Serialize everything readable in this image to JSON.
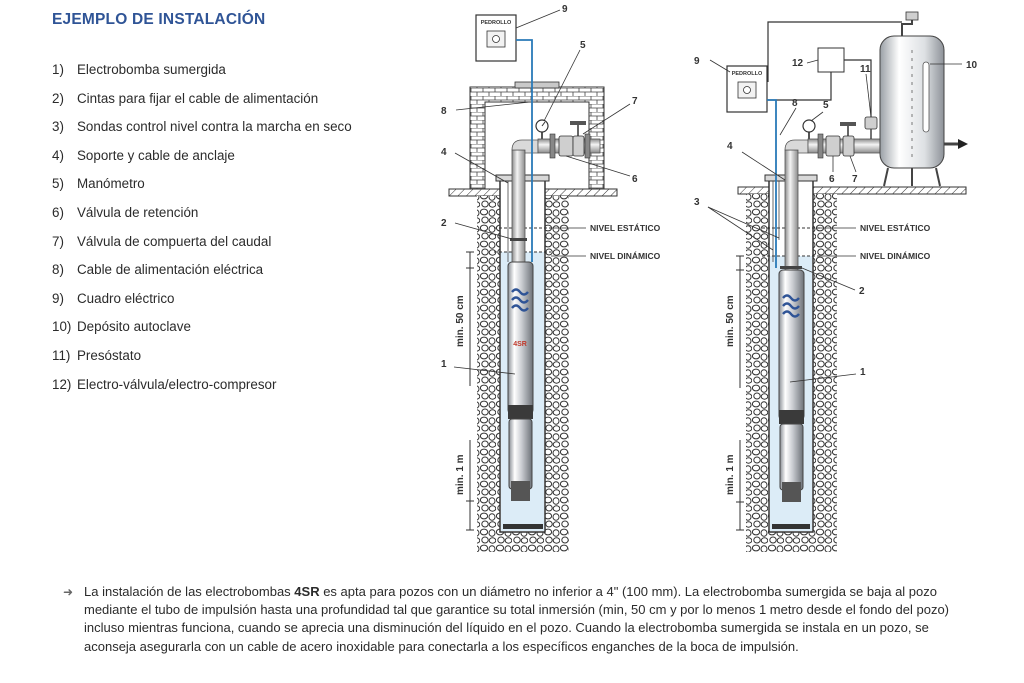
{
  "title": "EJEMPLO DE INSTALACIÓN",
  "legend": [
    {
      "num": "1)",
      "label": "Electrobomba sumergida"
    },
    {
      "num": "2)",
      "label": "Cintas para fijar el cable de alimentación"
    },
    {
      "num": "3)",
      "label": "Sondas control nivel contra la marcha en seco"
    },
    {
      "num": "4)",
      "label": "Soporte y cable de anclaje"
    },
    {
      "num": "5)",
      "label": "Manómetro"
    },
    {
      "num": "6)",
      "label": "Válvula de retención"
    },
    {
      "num": "7)",
      "label": "Válvula de compuerta del caudal"
    },
    {
      "num": "8)",
      "label": "Cable de alimentación eléctrica"
    },
    {
      "num": "9)",
      "label": "Cuadro eléctrico"
    },
    {
      "num": "10)",
      "label": "Depósito autoclave"
    },
    {
      "num": "11)",
      "label": "Presóstato"
    },
    {
      "num": "12)",
      "label": "Electro-válvula/electro-compresor"
    }
  ],
  "diagram": {
    "static_level_label": "NIVEL ESTÁTICO",
    "dynamic_level_label": "NIVEL DINÁMICO",
    "min50_label": "min. 50 cm",
    "min1_label": "min. 1 m",
    "pump_brand": "4SR",
    "panel_brand": "PEDROLLO",
    "callouts": {
      "c1": "1",
      "c2": "2",
      "c3": "3",
      "c4": "4",
      "c5": "5",
      "c6": "6",
      "c7": "7",
      "c8": "8",
      "c9": "9",
      "c10": "10",
      "c11": "11",
      "c12": "12"
    }
  },
  "note": {
    "p1": "La instalación de las electrobombas ",
    "bold": "4SR",
    "p2": " es apta para pozos con un diámetro no inferior a 4\" (100 mm). La electrobomba sumergida se baja al pozo mediante el tubo de impulsión hasta una profundidad tal que garantice su total inmersión (min, 50 cm y por lo menos 1 metro desde el fondo del pozo) incluso mientras funciona, cuando se aprecia una disminución del líquido en el pozo. Cuando la electrobomba sumergida se instala en un pozo, se aconseja asegurarla con un cable de acero inoxidable para conectarla a los específicos enganches de la boca de impulsión."
  }
}
